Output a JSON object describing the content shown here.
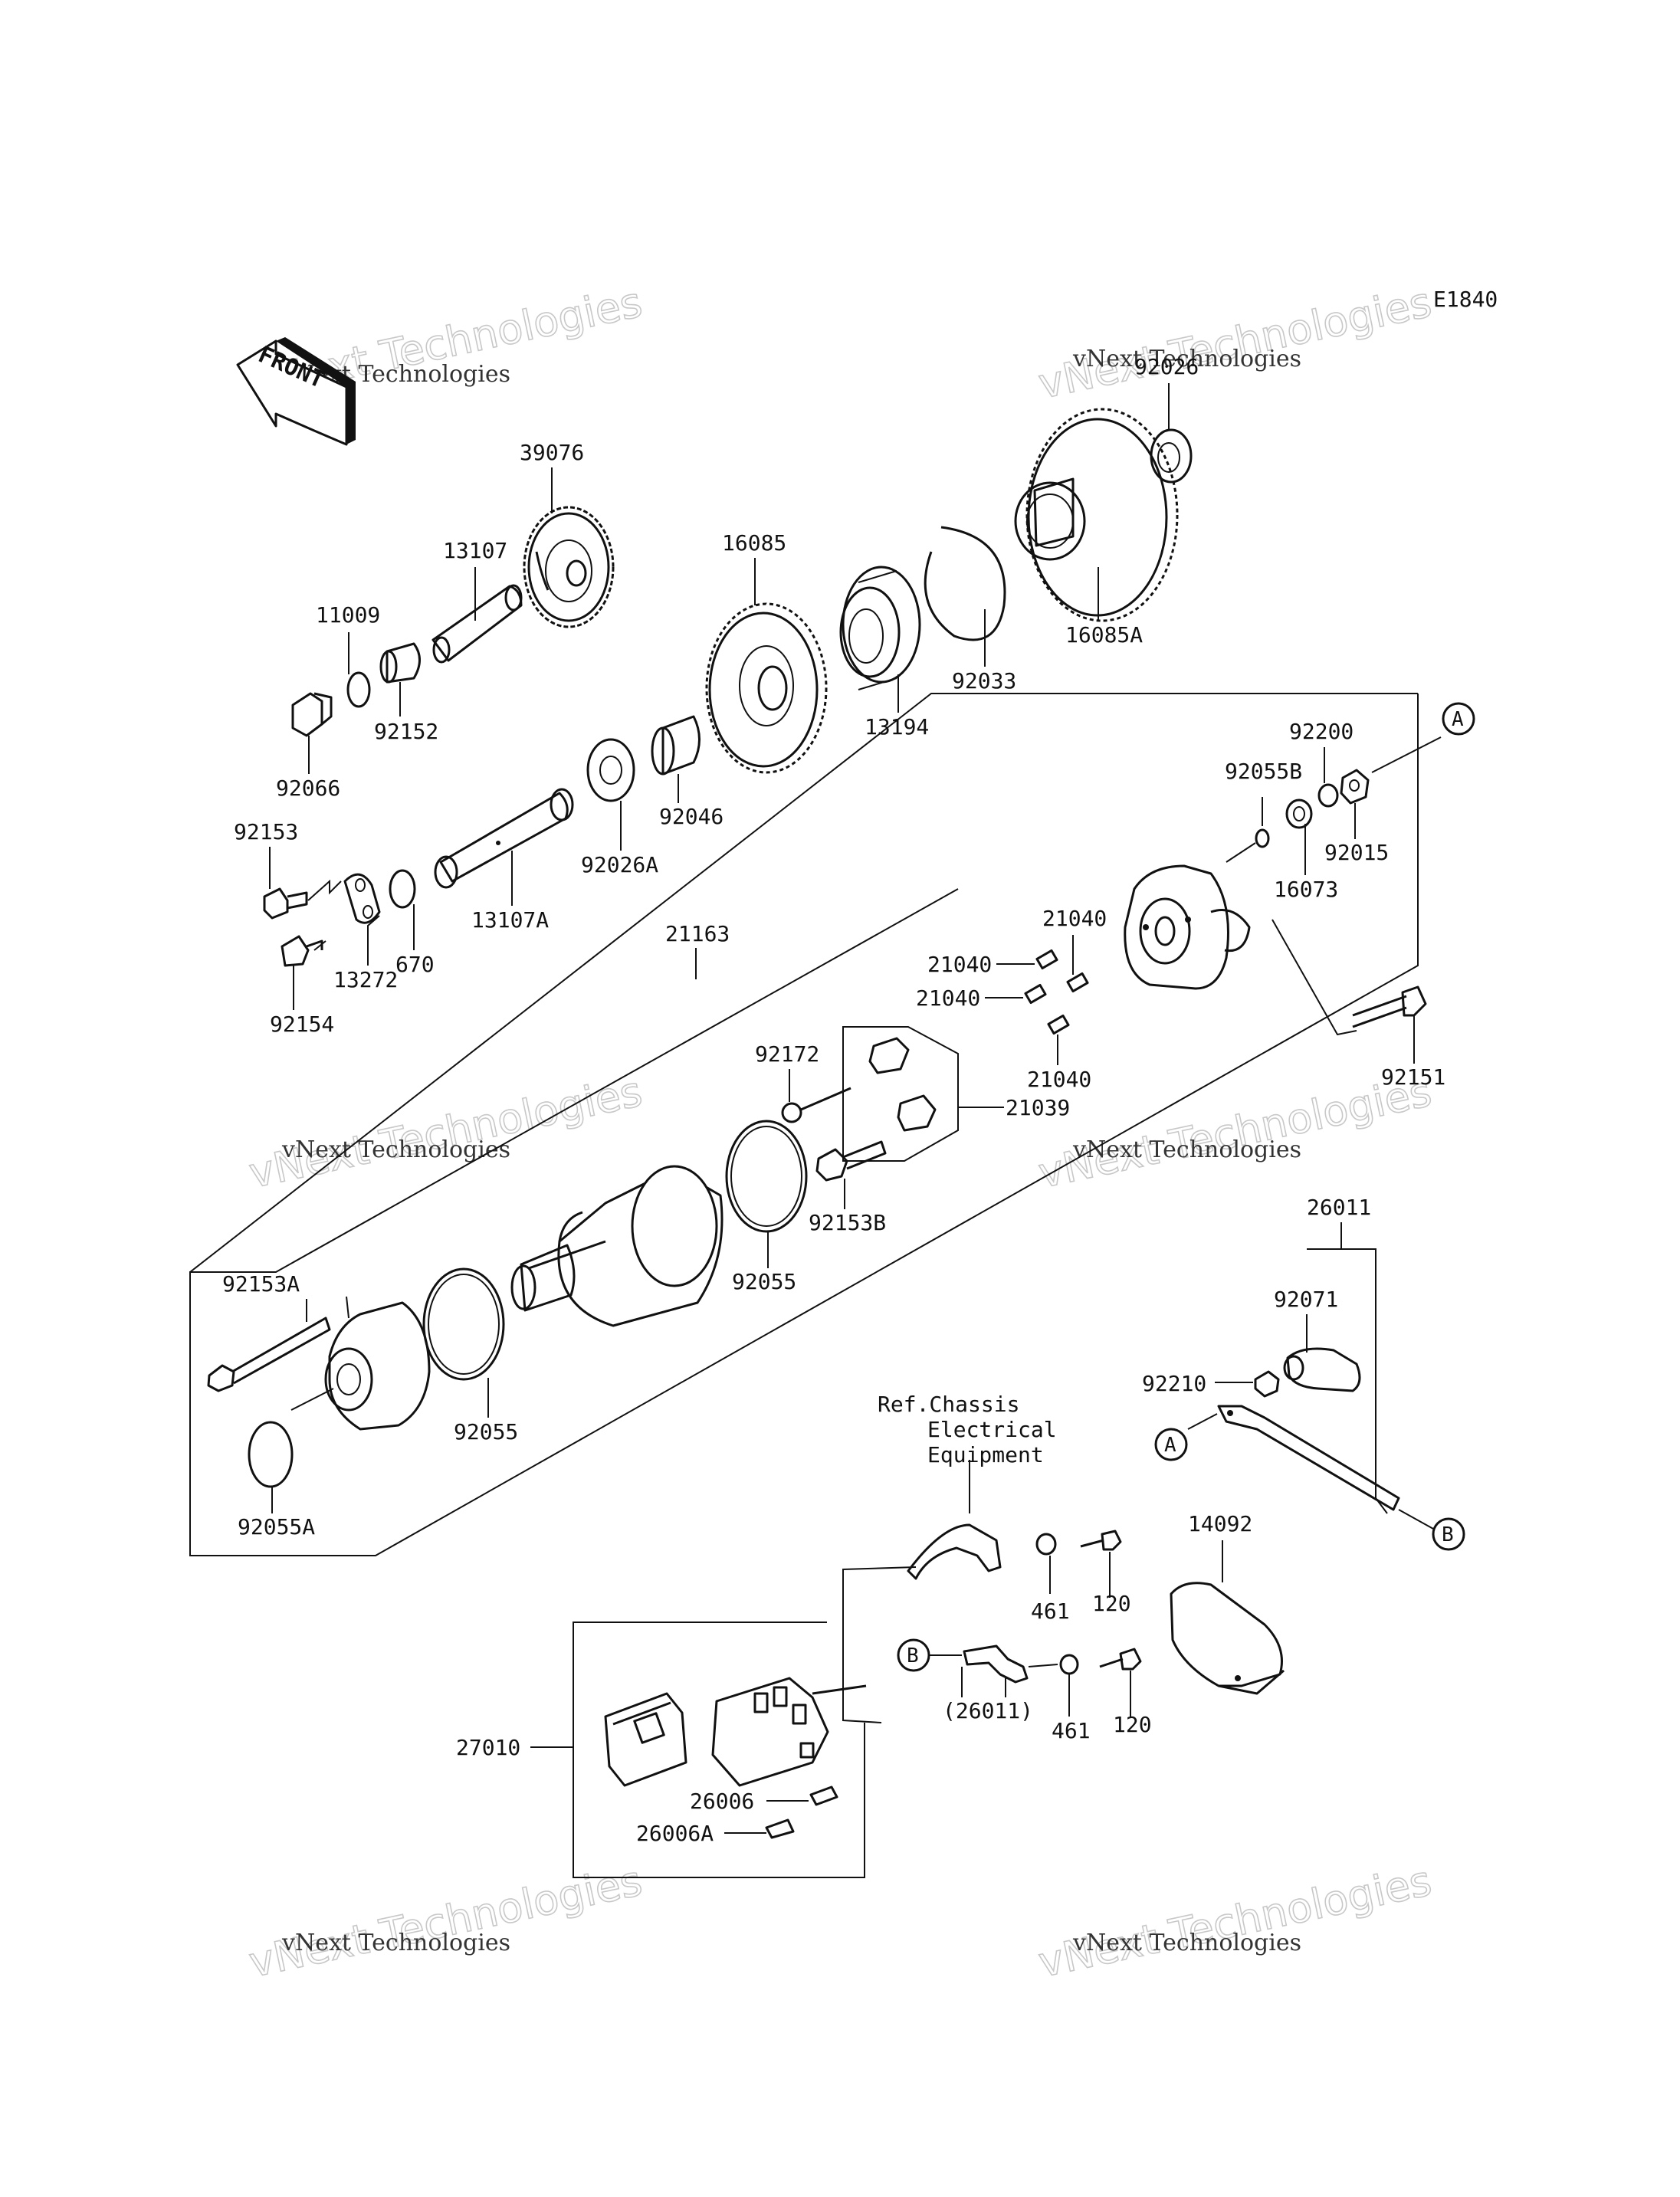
{
  "figure_id": "E1840",
  "front_label": "FRONT",
  "watermark": {
    "line1": "vNext Technologies",
    "line2": "vNext Technologies"
  },
  "ref_note": {
    "line1": "Ref.Chassis",
    "line2": "Electrical",
    "line3": "Equipment"
  },
  "callouts": {
    "a": "A",
    "b": "B"
  },
  "parts": {
    "p39076": "39076",
    "p13107": "13107",
    "p11009": "11009",
    "p92066": "92066",
    "p92152": "92152",
    "p16085": "16085",
    "p13194": "13194",
    "p92033": "92033",
    "p16085a": "16085A",
    "p92026": "92026",
    "p92026a": "92026A",
    "p92046": "92046",
    "p13107a": "13107A",
    "p92153": "92153",
    "p670": "670",
    "p13272": "13272",
    "p92154": "92154",
    "p21163": "21163",
    "p92200": "92200",
    "p92055b": "92055B",
    "p92015": "92015",
    "p16073": "16073",
    "p21040": "21040",
    "p92172": "92172",
    "p21039": "21039",
    "p92153b": "92153B",
    "p92151": "92151",
    "p92055": "92055",
    "p92153a": "92153A",
    "p92055a": "92055A",
    "p26011": "26011",
    "p92071": "92071",
    "p92210": "92210",
    "p14092": "14092",
    "p461": "461",
    "p120": "120",
    "p26011_ref": "(26011)",
    "p27010": "27010",
    "p26006": "26006",
    "p26006a": "26006A"
  }
}
